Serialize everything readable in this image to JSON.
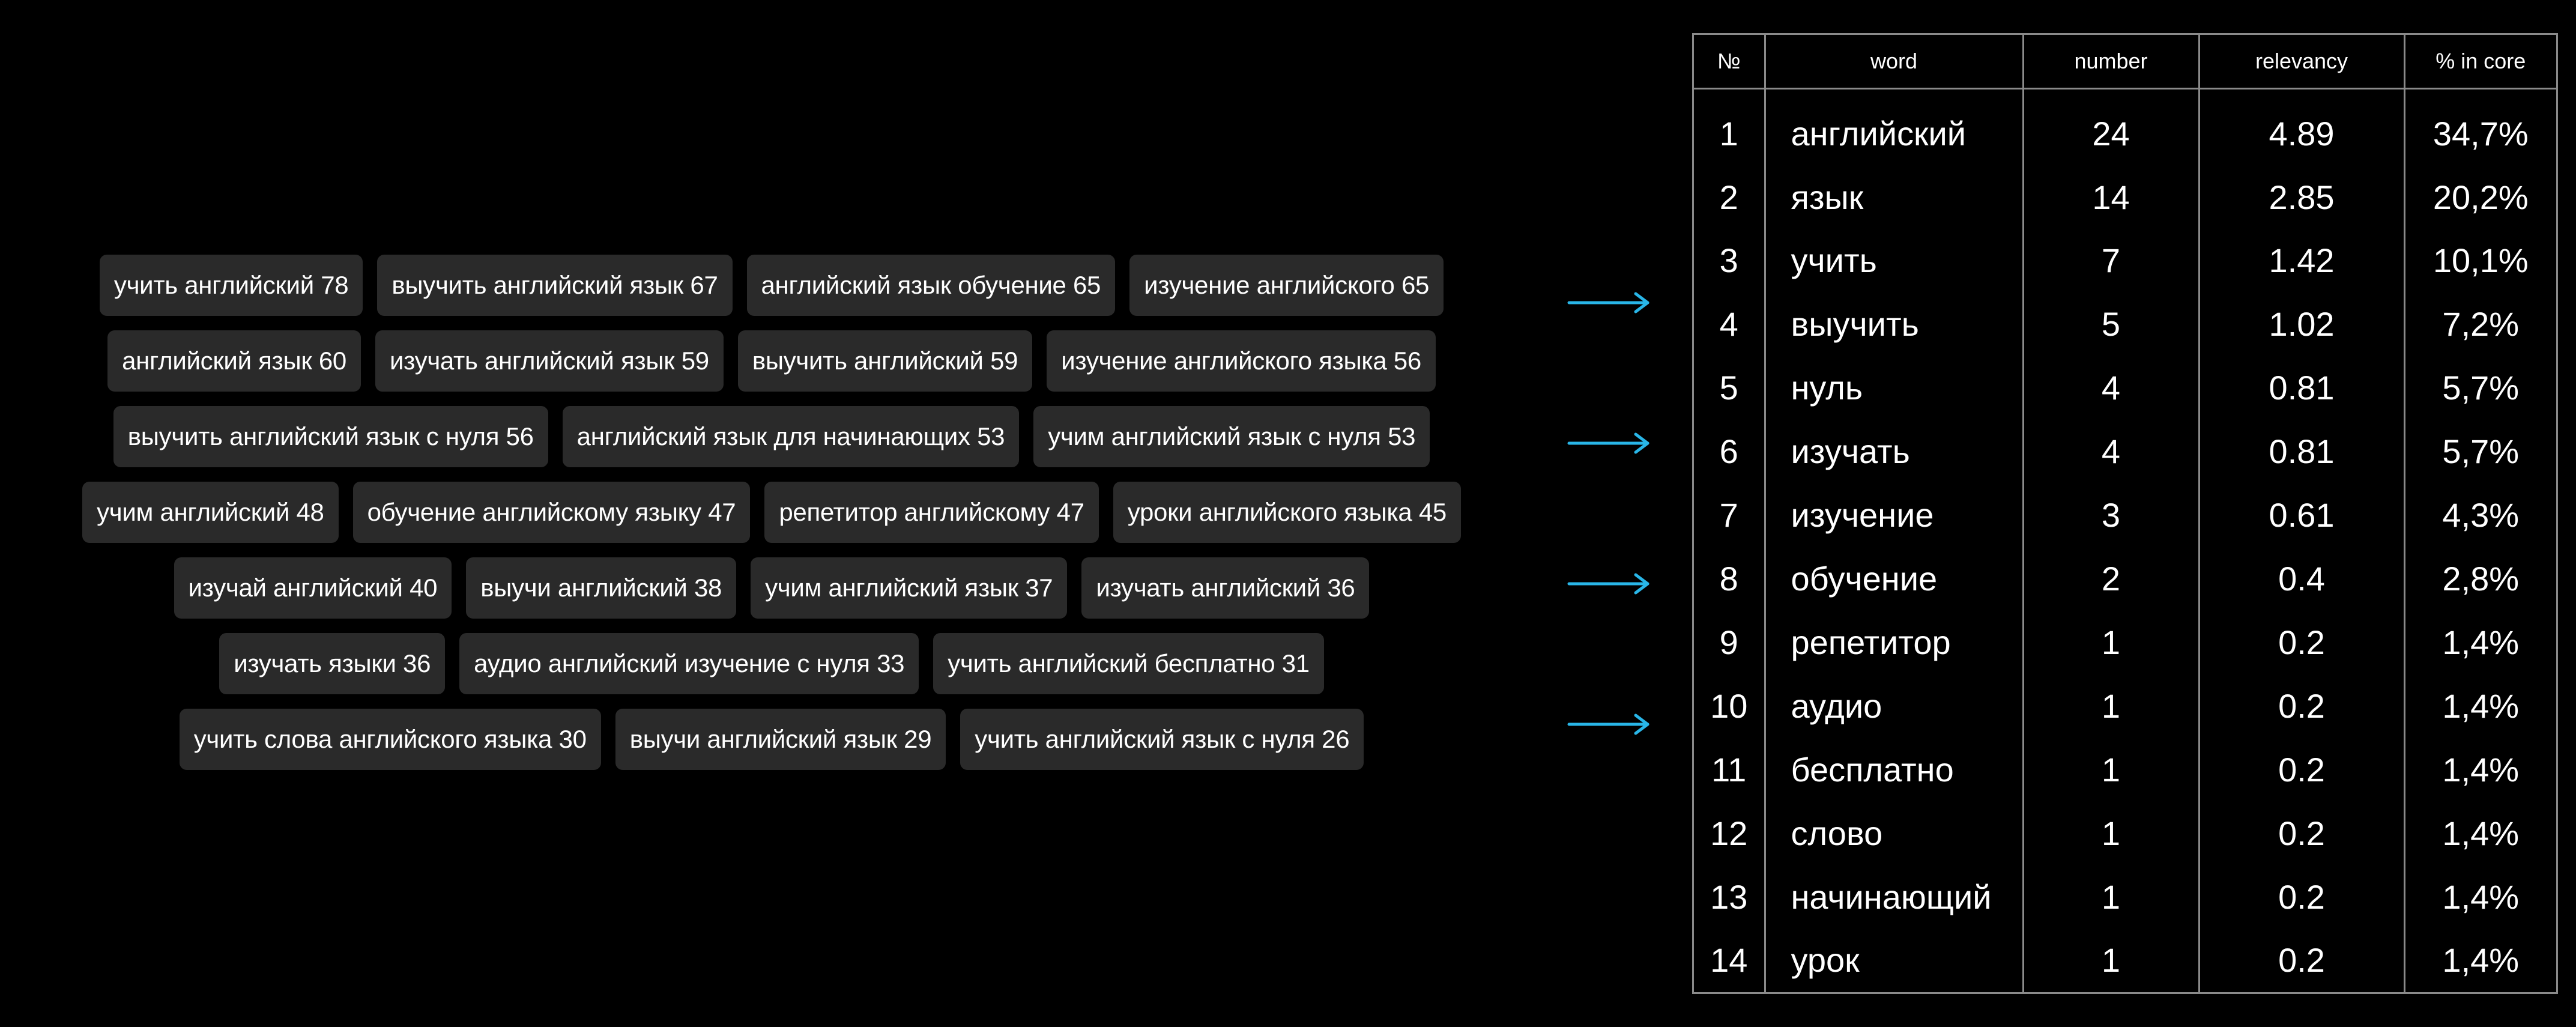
{
  "tag_rows": [
    [
      "учить английский 78",
      "выучить английский язык 67",
      "английский язык обучение 65",
      "изучение английского 65"
    ],
    [
      "английский язык 60",
      "изучать английский язык 59",
      "выучить английский 59",
      "изучение английского языка 56"
    ],
    [
      "выучить английский язык с нуля 56",
      "английский язык для начинающих 53",
      "учим английский язык с нуля 53"
    ],
    [
      "учим английский 48",
      "обучение английскому языку 47",
      "репетитор английскому 47",
      "уроки английского языка 45"
    ],
    [
      "изучай английский 40",
      "выучи английский 38",
      "учим английский язык 37",
      "изучать английский 36"
    ],
    [
      "изучать языки 36",
      "аудио английский изучение с нуля 33",
      "учить английский бесплатно 31"
    ],
    [
      "учить слова английского языка 30",
      "выучи английский язык 29",
      "учить английский язык с нуля 26"
    ]
  ],
  "arrow_color": "#29b6e8",
  "table": {
    "headers": {
      "no": "№",
      "word": "word",
      "number": "number",
      "relevancy": "relevancy",
      "pct": "% in core"
    },
    "rows": [
      {
        "no": "1",
        "word": "английский",
        "number": "24",
        "relevancy": "4.89",
        "pct": "34,7%"
      },
      {
        "no": "2",
        "word": "язык",
        "number": "14",
        "relevancy": "2.85",
        "pct": "20,2%"
      },
      {
        "no": "3",
        "word": "учить",
        "number": "7",
        "relevancy": "1.42",
        "pct": "10,1%"
      },
      {
        "no": "4",
        "word": "выучить",
        "number": "5",
        "relevancy": "1.02",
        "pct": "7,2%"
      },
      {
        "no": "5",
        "word": "нуль",
        "number": "4",
        "relevancy": "0.81",
        "pct": "5,7%"
      },
      {
        "no": "6",
        "word": "изучать",
        "number": "4",
        "relevancy": "0.81",
        "pct": "5,7%"
      },
      {
        "no": "7",
        "word": "изучение",
        "number": "3",
        "relevancy": "0.61",
        "pct": "4,3%"
      },
      {
        "no": "8",
        "word": "обучение",
        "number": "2",
        "relevancy": "0.4",
        "pct": "2,8%"
      },
      {
        "no": "9",
        "word": "репетитор",
        "number": "1",
        "relevancy": "0.2",
        "pct": "1,4%"
      },
      {
        "no": "10",
        "word": "аудио",
        "number": "1",
        "relevancy": "0.2",
        "pct": "1,4%"
      },
      {
        "no": "11",
        "word": "бесплатно",
        "number": "1",
        "relevancy": "0.2",
        "pct": "1,4%"
      },
      {
        "no": "12",
        "word": "слово",
        "number": "1",
        "relevancy": "0.2",
        "pct": "1,4%"
      },
      {
        "no": "13",
        "word": "начинающий",
        "number": "1",
        "relevancy": "0.2",
        "pct": "1,4%"
      },
      {
        "no": "14",
        "word": "урок",
        "number": "1",
        "relevancy": "0.2",
        "pct": "1,4%"
      }
    ]
  }
}
